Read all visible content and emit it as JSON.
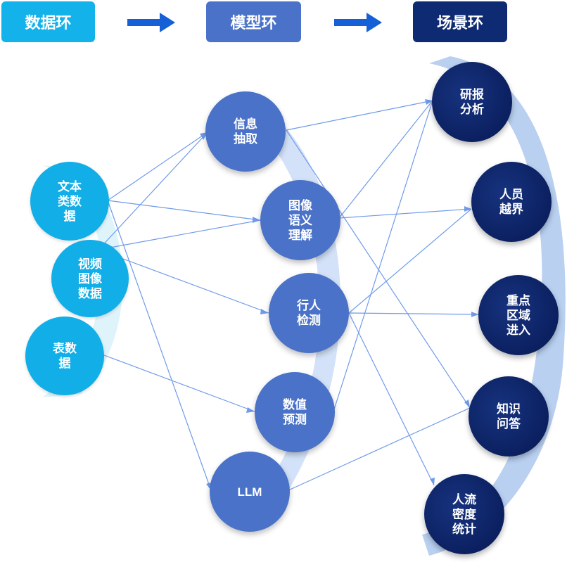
{
  "headers": {
    "data": "数据环",
    "model": "模型环",
    "scene": "场景环"
  },
  "data_nodes": [
    "文本\n类数\n据",
    "视频\n图像\n数据",
    "表数\n据"
  ],
  "model_nodes": [
    "信息\n抽取",
    "图像\n语义\n理解",
    "行人\n检测",
    "数值\n预测",
    "LLM"
  ],
  "scene_nodes": [
    "研报\n分析",
    "人员\n越界",
    "重点\n区域\n进入",
    "知识\n问答",
    "人流\n密度\n统计"
  ],
  "colors": {
    "data": "#11aee8",
    "model": "#4a72c8",
    "scene": "#0e2a72",
    "link": "#6f9bea",
    "band": "#cfe0f7"
  }
}
